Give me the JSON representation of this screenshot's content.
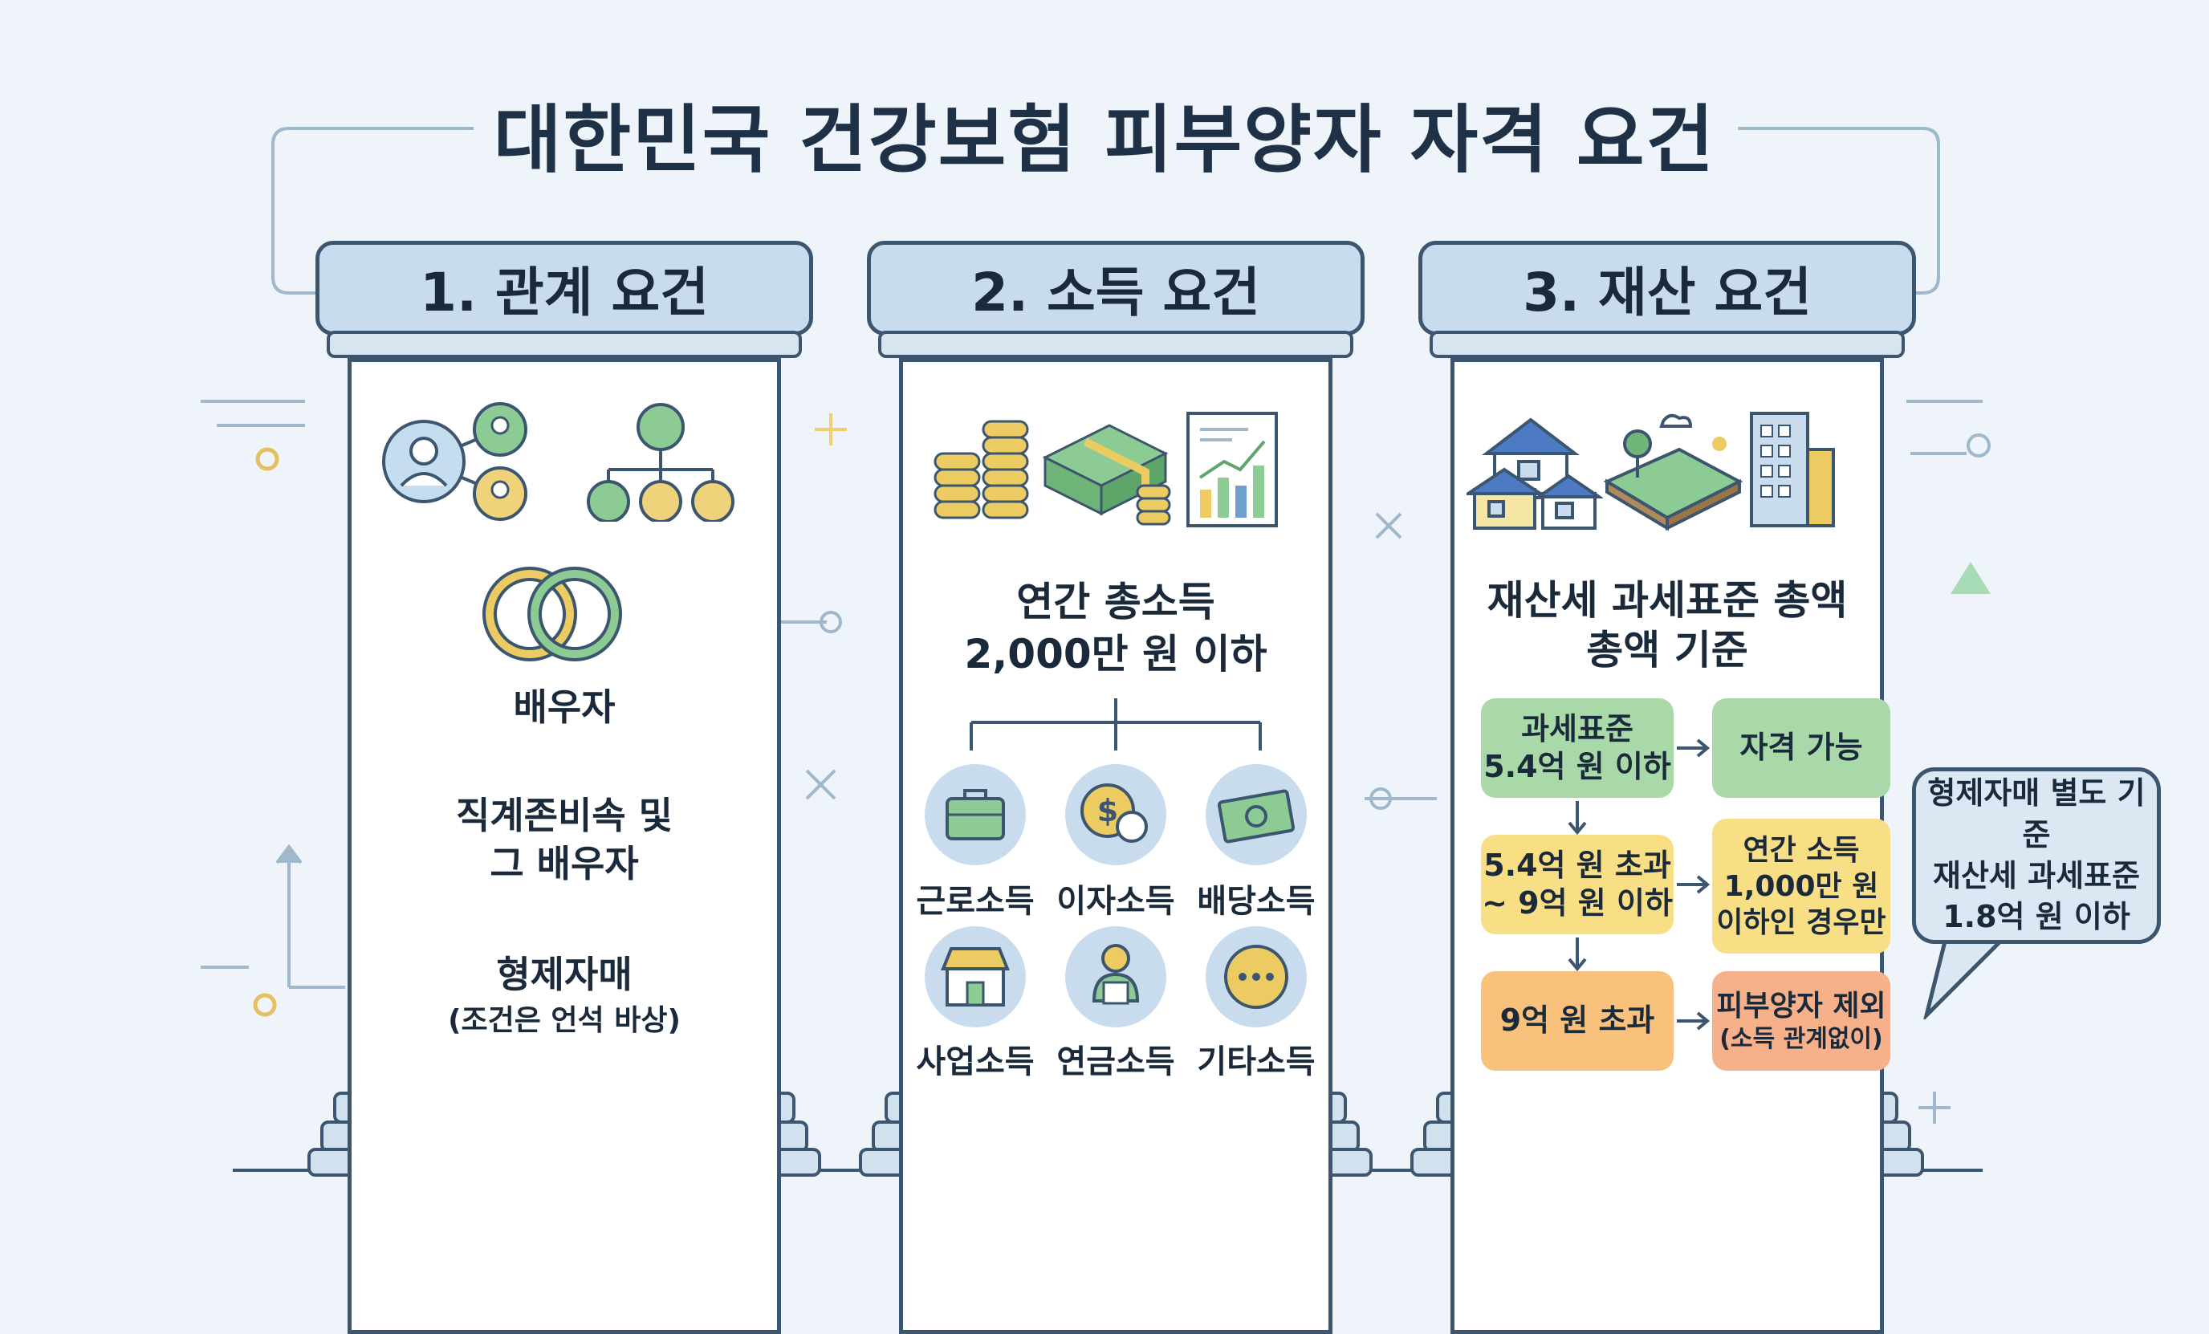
{
  "title": "대한민국 건강보험 피부양자 자격 요건",
  "pillars": [
    {
      "heading": "1. 관계 요건",
      "items": [
        "배우자",
        "직계존비속 및",
        "그 배우자",
        "형제자매",
        "(조건은 언석 바상)"
      ]
    },
    {
      "heading": "2. 소득 요건",
      "summary_line1": "연간 총소득",
      "summary_line2": "2,000만 원 이하",
      "income_types": [
        "근로소득",
        "이자소득",
        "배당소득",
        "사업소득",
        "연금소득",
        "기타소득"
      ]
    },
    {
      "heading": "3. 재산 요건",
      "summary_line1": "재산세 과세표준 총액",
      "summary_line2": "총액 기준",
      "flow": {
        "tier1_line1": "과세표준",
        "tier1_line2": "5.4억 원 이하",
        "tier1_result": "자격 가능",
        "tier2_line1": "5.4억 원 초과",
        "tier2_line2": "~ 9억 원 이하",
        "tier2_result_line1": "연간 소득",
        "tier2_result_line2": "1,000만 원",
        "tier2_result_line3": "이하인 경우만",
        "tier3_line1": "9억 원 초과",
        "tier3_result_line1": "피부양자 제외",
        "tier3_result_line2": "(소득 관계없이)"
      }
    }
  ],
  "callout": {
    "line1": "형제자매 별도 기준",
    "line2": "재산세 과세표준",
    "line3": "1.8억 원 이하"
  },
  "colors": {
    "background": "#eef4f9",
    "outline": "#3c5670",
    "cap": "#c9dced",
    "green": "#a9d9a8",
    "yellow": "#f8df86",
    "orange": "#f8c27c",
    "salmon": "#f6b18a"
  },
  "icons": [
    "people-network-icon",
    "org-chart-icon",
    "rings-icon",
    "coin-stacks-icon",
    "cash-bundle-icon",
    "growth-chart-icon",
    "briefcase-icon",
    "coin-dollar-icon",
    "banknote-icon",
    "storefront-icon",
    "pensioner-icon",
    "more-icon",
    "houses-icon",
    "land-plot-icon",
    "building-icon"
  ]
}
